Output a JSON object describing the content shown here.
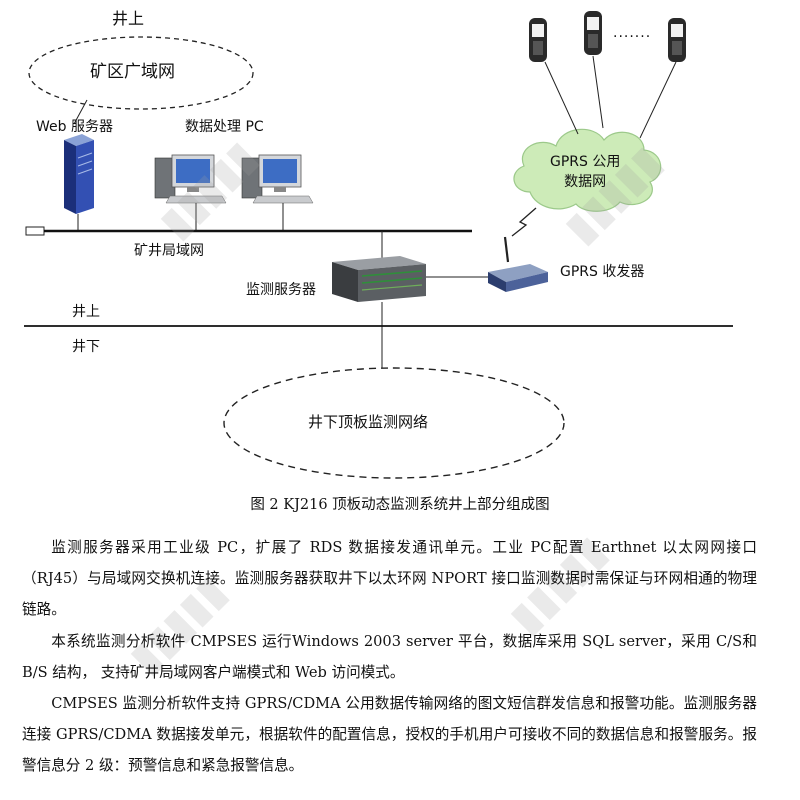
{
  "diagram": {
    "labels": {
      "surface_top": "井上",
      "mine_wan": "矿区广域网",
      "web_server": "Web  服务器",
      "data_pc": "数据处理 PC",
      "gprs_cloud": "GPRS 公用\n数据网",
      "mine_lan": "矿井局域网",
      "monitor_server": "监测服务器",
      "gprs_transceiver": "GPRS  收发器",
      "surface": "井上",
      "underground": "井下",
      "underground_net": "井下顶板监测网络",
      "phone_dots": "·······"
    }
  },
  "caption": "图 2    KJ216 顶板动态监测系统井上部分组成图",
  "paragraphs": [
    "监测服务器采用工业级 PC，扩展了 RDS 数据接发通讯单元。工业 PC配置 Earthnet  以太网网接口（RJ45）与局域网交换机连接。监测服务器获取井下以太环网  NPORT  接口监测数据时需保证与环网相通的物理链路。",
    "本系统监测分析软件 CMPSES 运行Windows 2003 server  平台，数据库采用 SQL server，采用 C/S和 B/S 结构，   支持矿井局域网客户端模式和 Web 访问模式。",
    "CMPSES 监测分析软件支持 GPRS/CDMA 公用数据传输网络的图文短信群发信息和报警功能。监测服务器连接  GPRS/CDMA 数据接发单元，根据软件的配置信息，授权的手机用户可接收不同的数据信息和报警服务。报警信息分 2 级：预警信息和紧急报警信息。"
  ]
}
